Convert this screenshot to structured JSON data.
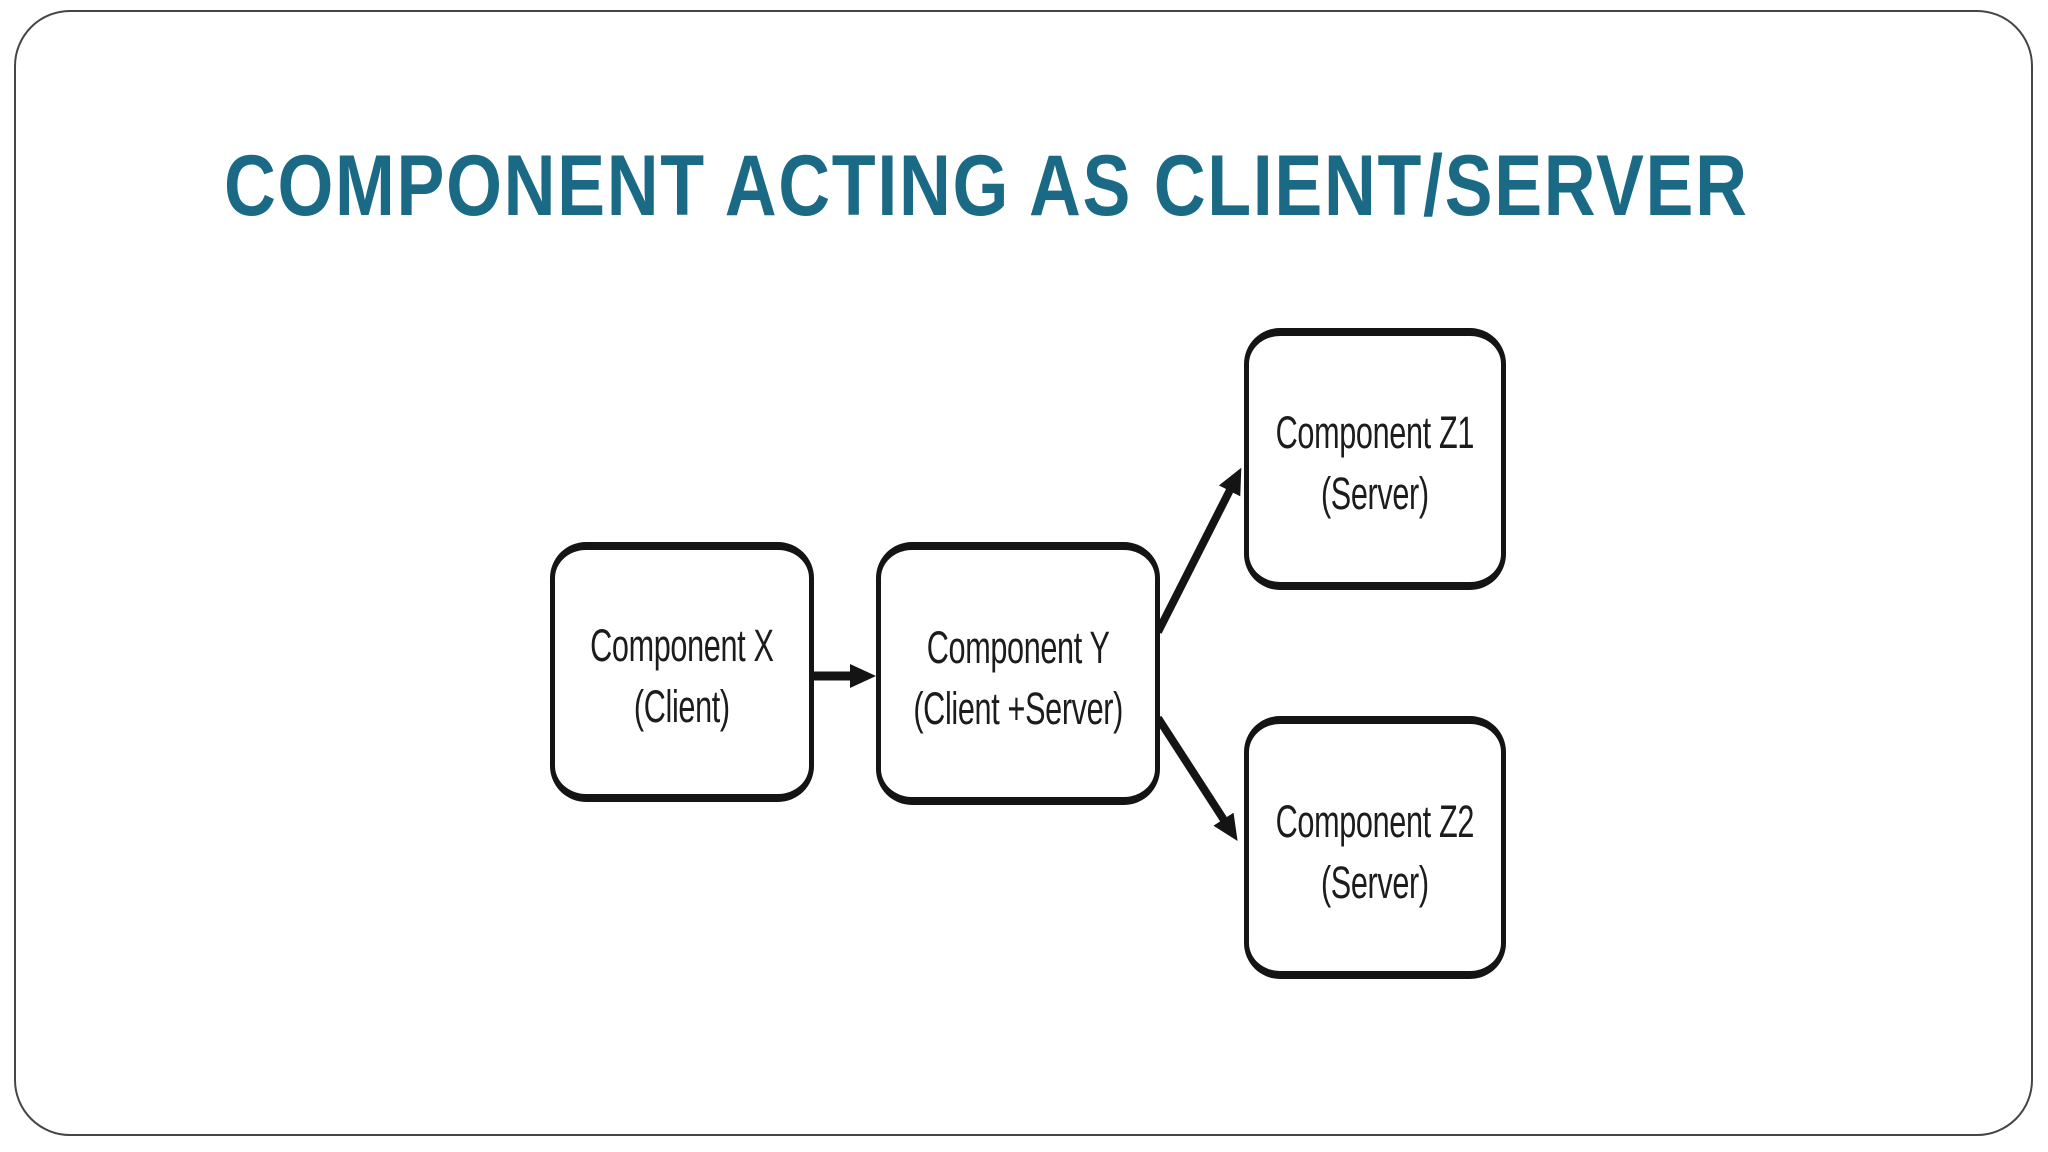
{
  "slide": {
    "title": "COMPONENT ACTING AS CLIENT/SERVER"
  },
  "colors": {
    "title": "#1B6A85",
    "node_border": "#141414",
    "node_text": "#1C1C1C",
    "arrow": "#141414",
    "slide_border": "#464646",
    "background": "#FFFFFF"
  },
  "diagram": {
    "nodes": [
      {
        "id": "component-x",
        "name": "Component X",
        "role": "(Client)"
      },
      {
        "id": "component-y",
        "name": "Component Y",
        "role": "(Client +Server)"
      },
      {
        "id": "component-z1",
        "name": "Component Z1",
        "role": "(Server)"
      },
      {
        "id": "component-z2",
        "name": "Component Z2",
        "role": "(Server)"
      }
    ],
    "edges": [
      {
        "from": "Component X",
        "to": "Component Y"
      },
      {
        "from": "Component Y",
        "to": "Component Z1"
      },
      {
        "from": "Component Y",
        "to": "Component Z2"
      }
    ]
  }
}
